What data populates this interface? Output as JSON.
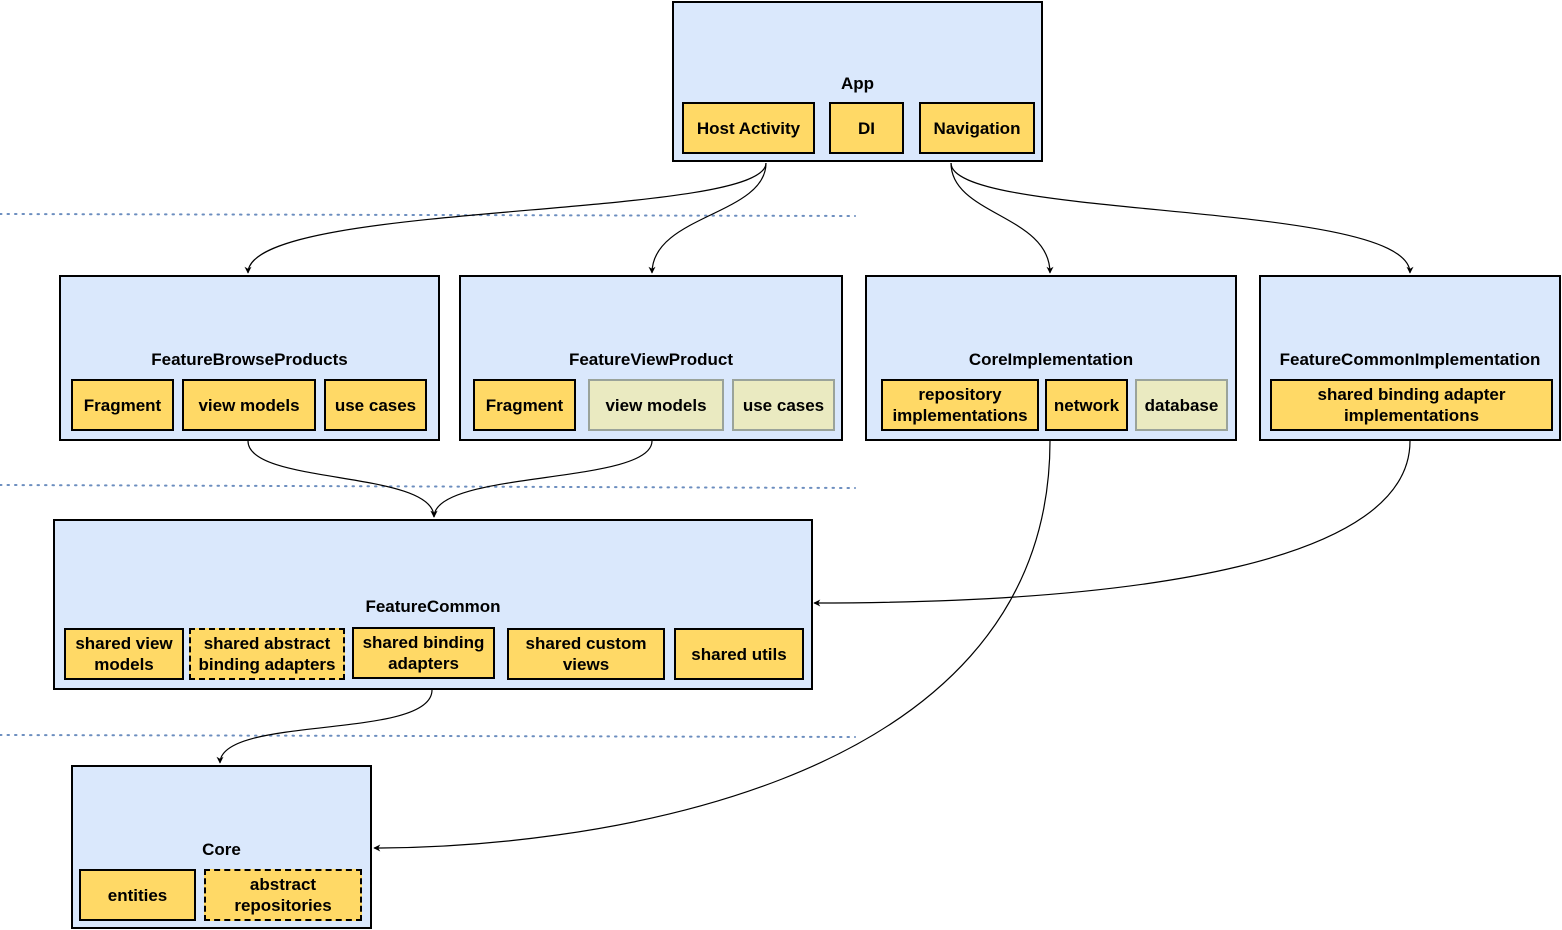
{
  "modules": {
    "app": {
      "title": "App",
      "components": [
        {
          "label": "Host Activity",
          "style": "solid"
        },
        {
          "label": "DI",
          "style": "solid"
        },
        {
          "label": "Navigation",
          "style": "solid"
        }
      ]
    },
    "feature_browse_products": {
      "title": "FeatureBrowseProducts",
      "components": [
        {
          "label": "Fragment",
          "style": "solid"
        },
        {
          "label": "view models",
          "style": "solid"
        },
        {
          "label": "use cases",
          "style": "solid"
        }
      ]
    },
    "feature_view_product": {
      "title": "FeatureViewProduct",
      "components": [
        {
          "label": "Fragment",
          "style": "solid"
        },
        {
          "label": "view models",
          "style": "muted"
        },
        {
          "label": "use cases",
          "style": "muted"
        }
      ]
    },
    "core_implementation": {
      "title": "CoreImplementation",
      "components": [
        {
          "label": "repository implementations",
          "style": "solid"
        },
        {
          "label": "network",
          "style": "solid"
        },
        {
          "label": "database",
          "style": "muted"
        }
      ]
    },
    "feature_common_implementation": {
      "title": "FeatureCommonImplementation",
      "components": [
        {
          "label": "shared binding adapter implementations",
          "style": "solid"
        }
      ]
    },
    "feature_common": {
      "title": "FeatureCommon",
      "components": [
        {
          "label": "shared view models",
          "style": "solid"
        },
        {
          "label": "shared abstract binding adapters",
          "style": "dashed"
        },
        {
          "label": "shared binding adapters",
          "style": "solid"
        },
        {
          "label": "shared custom views",
          "style": "solid"
        },
        {
          "label": "shared utils",
          "style": "solid"
        }
      ]
    },
    "core": {
      "title": "Core",
      "components": [
        {
          "label": "entities",
          "style": "solid"
        },
        {
          "label": "abstract repositories",
          "style": "dashed"
        }
      ]
    }
  },
  "dependencies": [
    {
      "from": "App",
      "to": "FeatureBrowseProducts"
    },
    {
      "from": "App",
      "to": "FeatureViewProduct"
    },
    {
      "from": "App",
      "to": "CoreImplementation"
    },
    {
      "from": "App",
      "to": "FeatureCommonImplementation"
    },
    {
      "from": "FeatureBrowseProducts",
      "to": "FeatureCommon"
    },
    {
      "from": "FeatureViewProduct",
      "to": "FeatureCommon"
    },
    {
      "from": "FeatureCommonImplementation",
      "to": "FeatureCommon"
    },
    {
      "from": "FeatureCommon",
      "to": "Core"
    },
    {
      "from": "CoreImplementation",
      "to": "Core"
    }
  ],
  "colors": {
    "module_fill": "#dae8fc",
    "component_fill": "#ffd966",
    "muted_component_fill": "#eaeac1",
    "layer_separator": "#6c8ebf",
    "stroke": "#000000"
  }
}
